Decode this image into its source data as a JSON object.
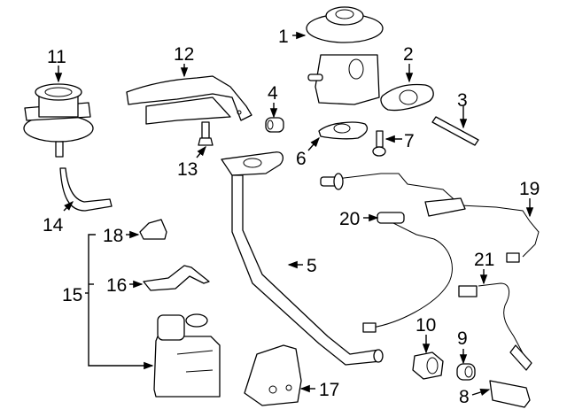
{
  "diagram": {
    "type": "exploded-parts-diagram",
    "callouts": [
      {
        "id": "1",
        "label": "1"
      },
      {
        "id": "2",
        "label": "2"
      },
      {
        "id": "3",
        "label": "3"
      },
      {
        "id": "4",
        "label": "4"
      },
      {
        "id": "5",
        "label": "5"
      },
      {
        "id": "6",
        "label": "6"
      },
      {
        "id": "7",
        "label": "7"
      },
      {
        "id": "8",
        "label": "8"
      },
      {
        "id": "9",
        "label": "9"
      },
      {
        "id": "10",
        "label": "10"
      },
      {
        "id": "11",
        "label": "11"
      },
      {
        "id": "12",
        "label": "12"
      },
      {
        "id": "13",
        "label": "13"
      },
      {
        "id": "14",
        "label": "14"
      },
      {
        "id": "15",
        "label": "15"
      },
      {
        "id": "16",
        "label": "16"
      },
      {
        "id": "17",
        "label": "17"
      },
      {
        "id": "18",
        "label": "18"
      },
      {
        "id": "19",
        "label": "19"
      },
      {
        "id": "20",
        "label": "20"
      },
      {
        "id": "21",
        "label": "21"
      }
    ]
  }
}
